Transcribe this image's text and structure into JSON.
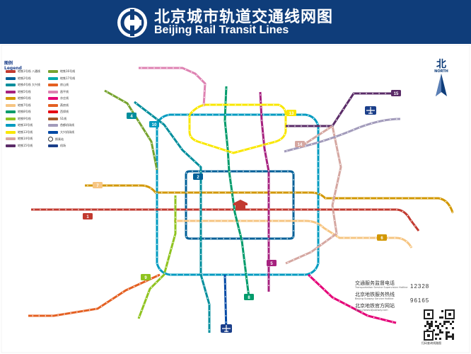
{
  "header": {
    "title_cn": "北京城市轨道交通线网图",
    "title_en": "Beijing Rail Transit Lines"
  },
  "legend": {
    "title_cn": "图例",
    "title_en": "Legend",
    "items": [
      {
        "label": "地铁1号线 八通线",
        "color": "#c23a30"
      },
      {
        "label": "地铁2号线",
        "color": "#006098"
      },
      {
        "label": "地铁4号线 大兴线",
        "color": "#008e9c"
      },
      {
        "label": "地铁5号线",
        "color": "#a6217f"
      },
      {
        "label": "地铁6号线",
        "color": "#d29700"
      },
      {
        "label": "地铁7号线",
        "color": "#f6c582"
      },
      {
        "label": "地铁8号线",
        "color": "#009b6b"
      },
      {
        "label": "地铁9号线",
        "color": "#8fc31f"
      },
      {
        "label": "地铁10号线",
        "color": "#009bc0"
      },
      {
        "label": "地铁13号线",
        "color": "#f9e700"
      },
      {
        "label": "地铁14号线",
        "color": "#d5a7a1"
      },
      {
        "label": "地铁15号线",
        "color": "#5b2c68"
      },
      {
        "label": "地铁16号线",
        "color": "#76a32e"
      },
      {
        "label": "地铁17号线",
        "color": "#00a9a9"
      },
      {
        "label": "房山线",
        "color": "#e46022"
      },
      {
        "label": "昌平线",
        "color": "#de82b2"
      },
      {
        "label": "亦庄线",
        "color": "#e40077"
      },
      {
        "label": "燕房线",
        "color": "#e46022"
      },
      {
        "label": "西郊线",
        "color": "#e50012"
      },
      {
        "label": "S1线",
        "color": "#a45a2a"
      },
      {
        "label": "首都机场线",
        "color": "#a29bbb"
      },
      {
        "label": "大兴机场线",
        "color": "#0049a5"
      },
      {
        "label": "换乘站",
        "color": "#ffffff"
      },
      {
        "label": "机场",
        "color": "#1b3f8a"
      }
    ]
  },
  "north": {
    "cn": "北",
    "en": "NORTH"
  },
  "lines": [
    {
      "id": "1",
      "color": "#c23a30"
    },
    {
      "id": "2",
      "color": "#006098"
    },
    {
      "id": "4",
      "color": "#008e9c"
    },
    {
      "id": "5",
      "color": "#a6217f"
    },
    {
      "id": "6",
      "color": "#d29700"
    },
    {
      "id": "7",
      "color": "#f6c582"
    },
    {
      "id": "8",
      "color": "#009b6b"
    },
    {
      "id": "9",
      "color": "#8fc31f"
    },
    {
      "id": "10",
      "color": "#009bc0"
    },
    {
      "id": "13",
      "color": "#f9e700"
    },
    {
      "id": "14",
      "color": "#d5a7a1"
    },
    {
      "id": "15",
      "color": "#5b2c68"
    },
    {
      "id": "16",
      "color": "#76a32e"
    },
    {
      "id": "airport",
      "color": "#a29bbb"
    },
    {
      "id": "fangshan",
      "color": "#e46022"
    },
    {
      "id": "changping",
      "color": "#de82b2"
    },
    {
      "id": "yizhuang",
      "color": "#e40077"
    },
    {
      "id": "batong",
      "color": "#c23a30"
    }
  ],
  "badges": [
    {
      "text": "15",
      "color": "#5b2c68"
    },
    {
      "text": "13",
      "color": "#f9e700"
    },
    {
      "text": "14",
      "color": "#d5a7a1"
    },
    {
      "text": "4",
      "color": "#008e9c"
    },
    {
      "text": "2",
      "color": "#006098"
    },
    {
      "text": "1",
      "color": "#c23a30"
    },
    {
      "text": "9",
      "color": "#8fc31f"
    },
    {
      "text": "10",
      "color": "#009bc0"
    },
    {
      "text": "5",
      "color": "#a6217f"
    },
    {
      "text": "6",
      "color": "#d29700"
    },
    {
      "text": "7",
      "color": "#f6c582"
    },
    {
      "text": "8",
      "color": "#009b6b"
    }
  ],
  "landmark": {
    "label": "天安门",
    "color": "#c23a30"
  },
  "info": {
    "supervise_cn": "交通服务监督电话",
    "supervise_en": "Transportation Service Supervision Hotline",
    "supervise_num": "12328",
    "hotline_cn": "北京地铁服务热线",
    "hotline_en": "Beijing Subway Service Hotline",
    "hotline_num": "96165",
    "website_cn": "北京地铁官方网站",
    "website_en": "https://www.bjsubway.com",
    "qr_caption": "扫码查询线路图"
  }
}
